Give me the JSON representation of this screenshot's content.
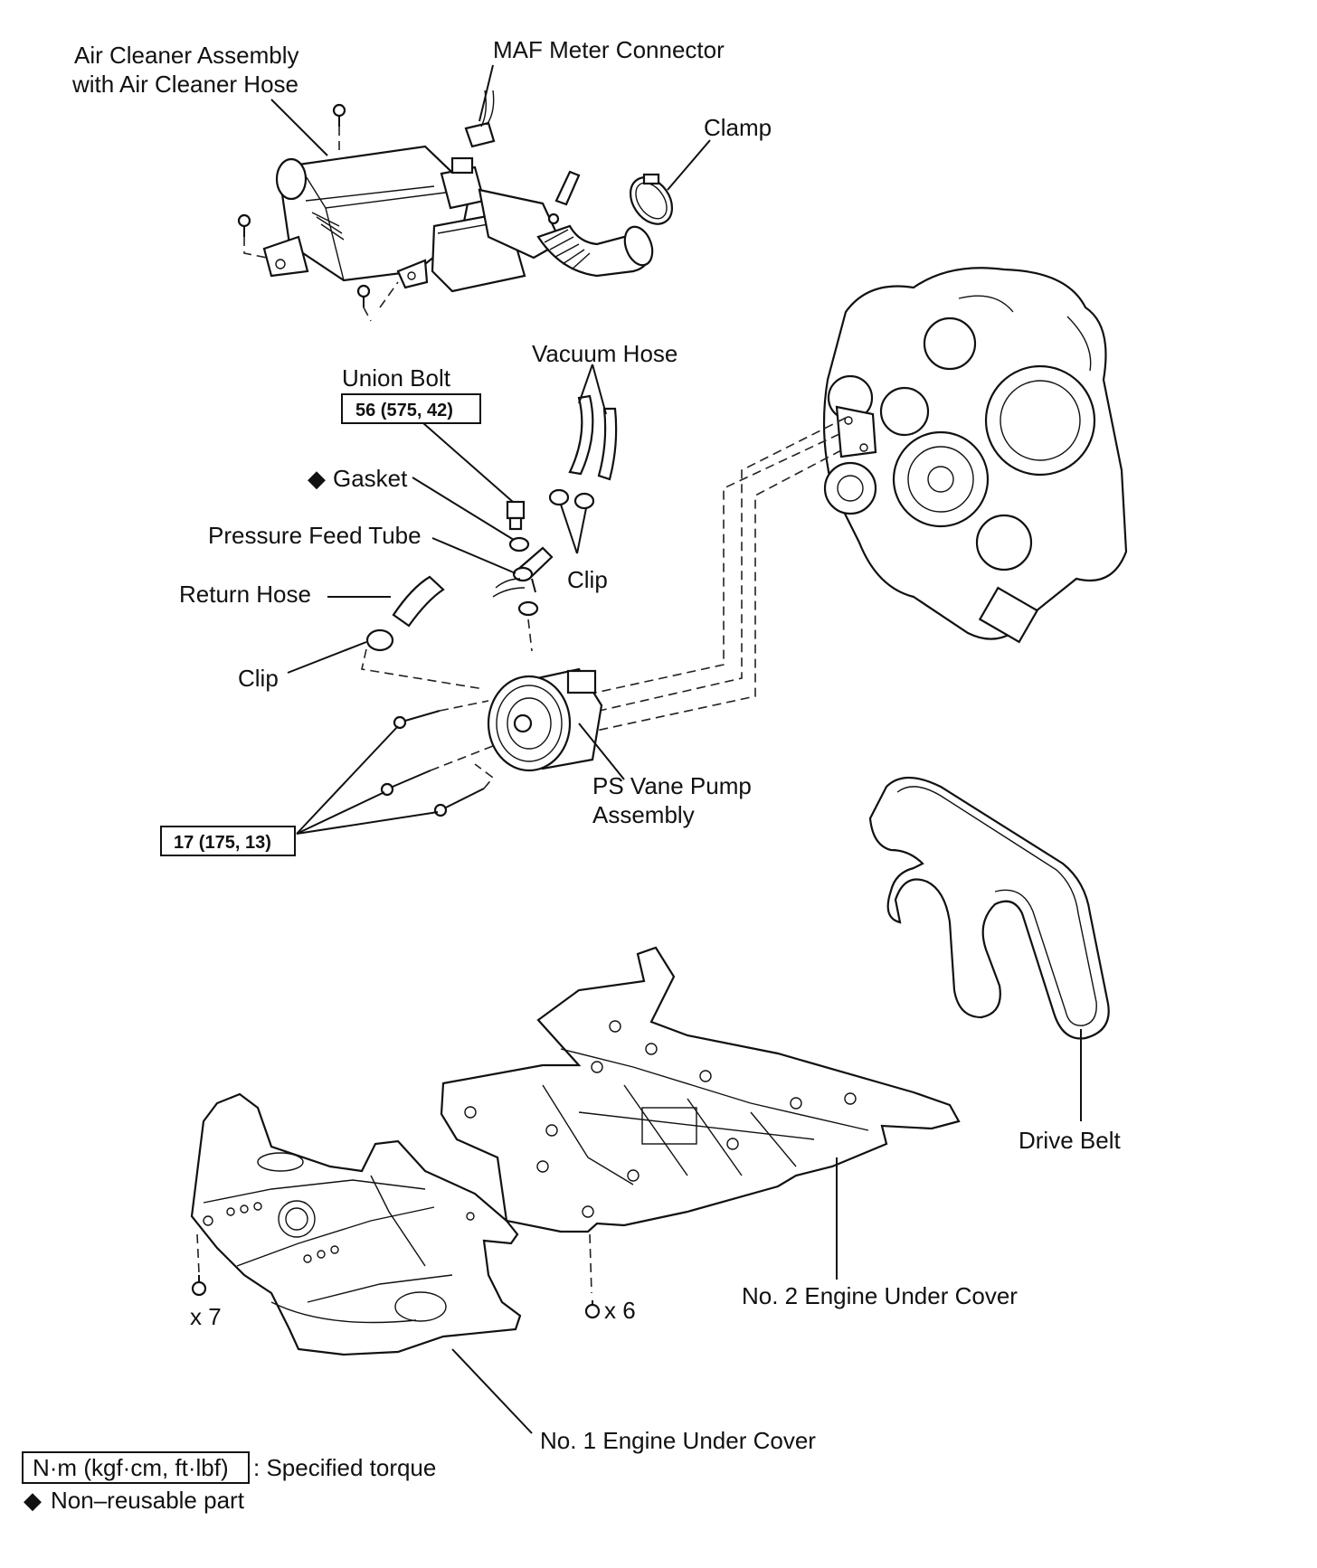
{
  "labels": {
    "air_cleaner_line1": "Air Cleaner Assembly",
    "air_cleaner_line2": "with Air Cleaner Hose",
    "maf_connector": "MAF Meter Connector",
    "clamp": "Clamp",
    "vacuum_hose": "Vacuum Hose",
    "union_bolt": "Union Bolt",
    "union_bolt_torque": "56 (575, 42)",
    "gasket_marker": "◆",
    "gasket": "Gasket",
    "pressure_feed_tube": "Pressure Feed Tube",
    "return_hose": "Return Hose",
    "clip_upper": "Clip",
    "clip_lower": "Clip",
    "ps_pump_line1": "PS Vane Pump",
    "ps_pump_line2": "Assembly",
    "bolts_torque": "17 (175, 13)",
    "drive_belt": "Drive Belt",
    "under_cover_2": "No. 2 Engine Under Cover",
    "under_cover_1": "No. 1 Engine Under Cover",
    "qty_7": "x 7",
    "qty_6": "x 6"
  },
  "legend": {
    "torque_box": "N·m (kgf·cm, ft·lbf)",
    "torque_text": ": Specified torque",
    "nonreusable_marker": "◆",
    "nonreusable_text": "Non–reusable part"
  }
}
